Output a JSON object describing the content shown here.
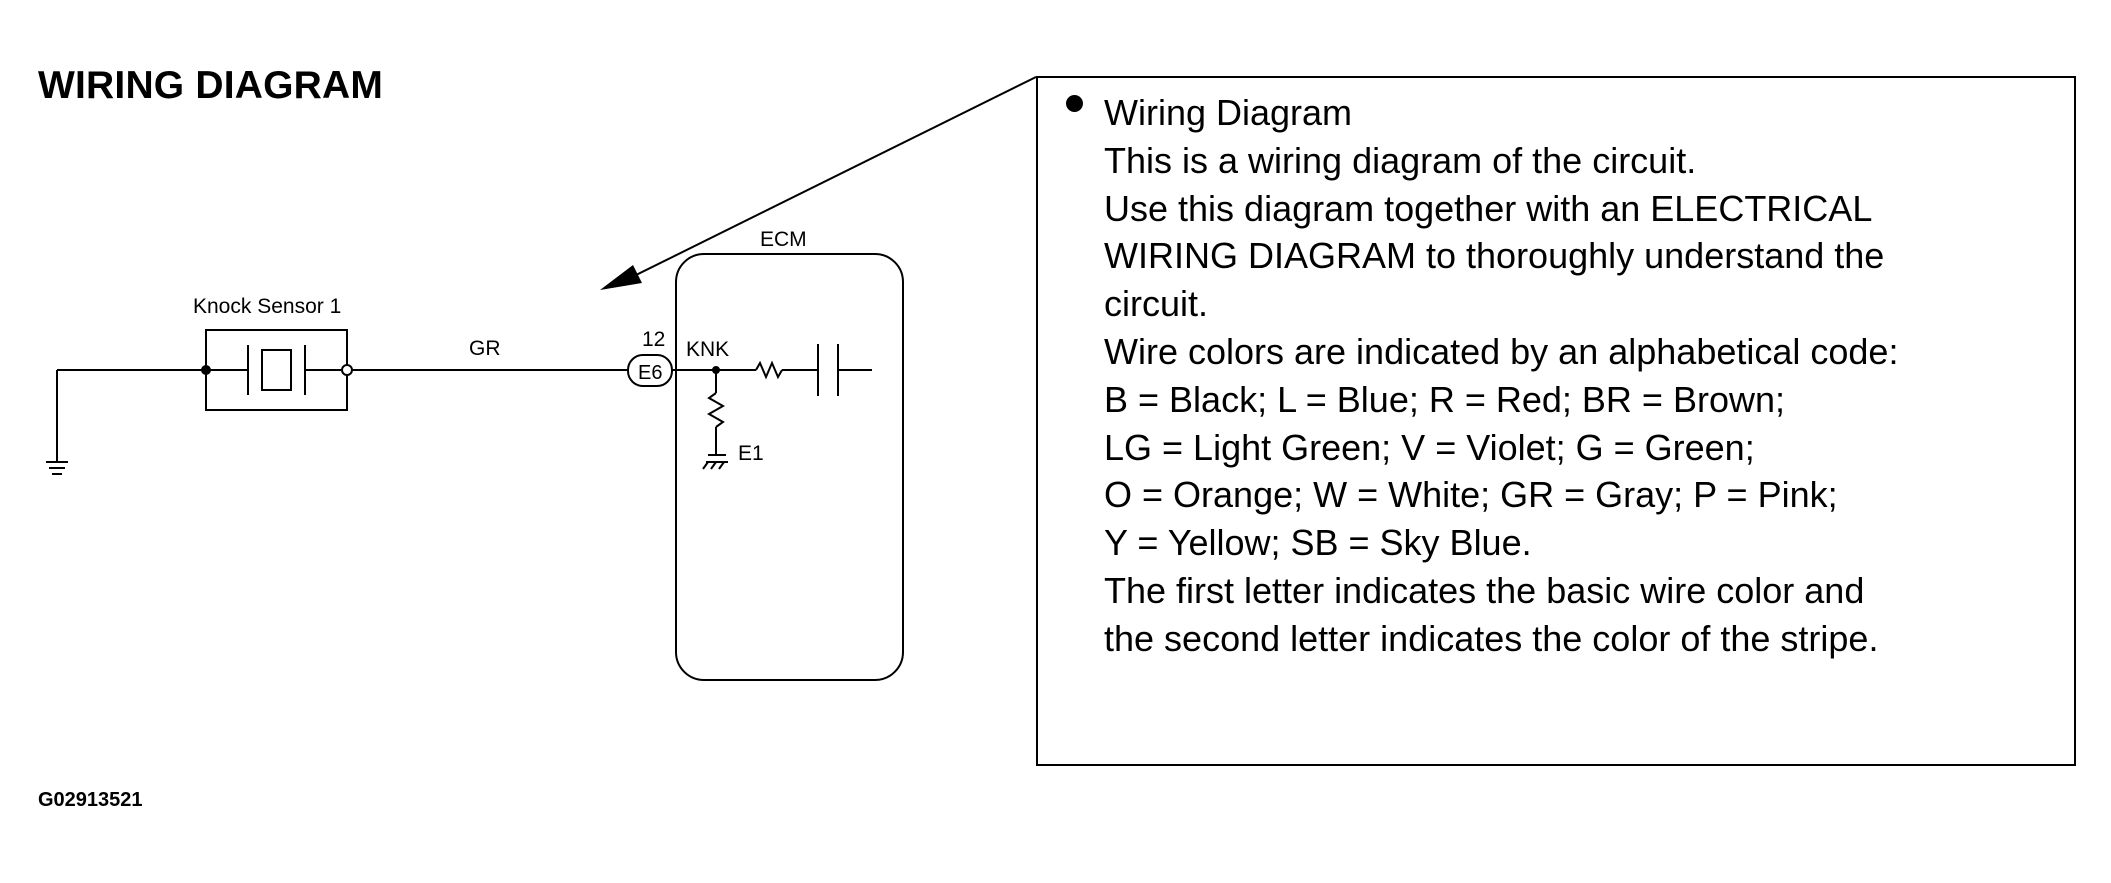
{
  "heading": "WIRING DIAGRAM",
  "figure_id": "G02913521",
  "diagram": {
    "sensor_label": "Knock Sensor 1",
    "wire_color": "GR",
    "ecm_label": "ECM",
    "pin_number": "12",
    "connector": "E6",
    "terminal": "KNK",
    "ground_terminal": "E1"
  },
  "note": {
    "lines": [
      "Wiring Diagram",
      "This is a wiring diagram of the circuit.",
      "Use this diagram together with an ELECTRICAL",
      "WIRING DIAGRAM to thoroughly understand the",
      "circuit.",
      "Wire colors are indicated by an alphabetical code:",
      "B = Black; L = Blue; R = Red; BR = Brown;",
      "LG = Light Green; V = Violet; G = Green;",
      "O = Orange; W = White; GR = Gray; P = Pink;",
      "Y = Yellow; SB = Sky Blue.",
      "The first letter indicates the basic wire color and",
      "the second letter indicates the color of the stripe."
    ]
  }
}
